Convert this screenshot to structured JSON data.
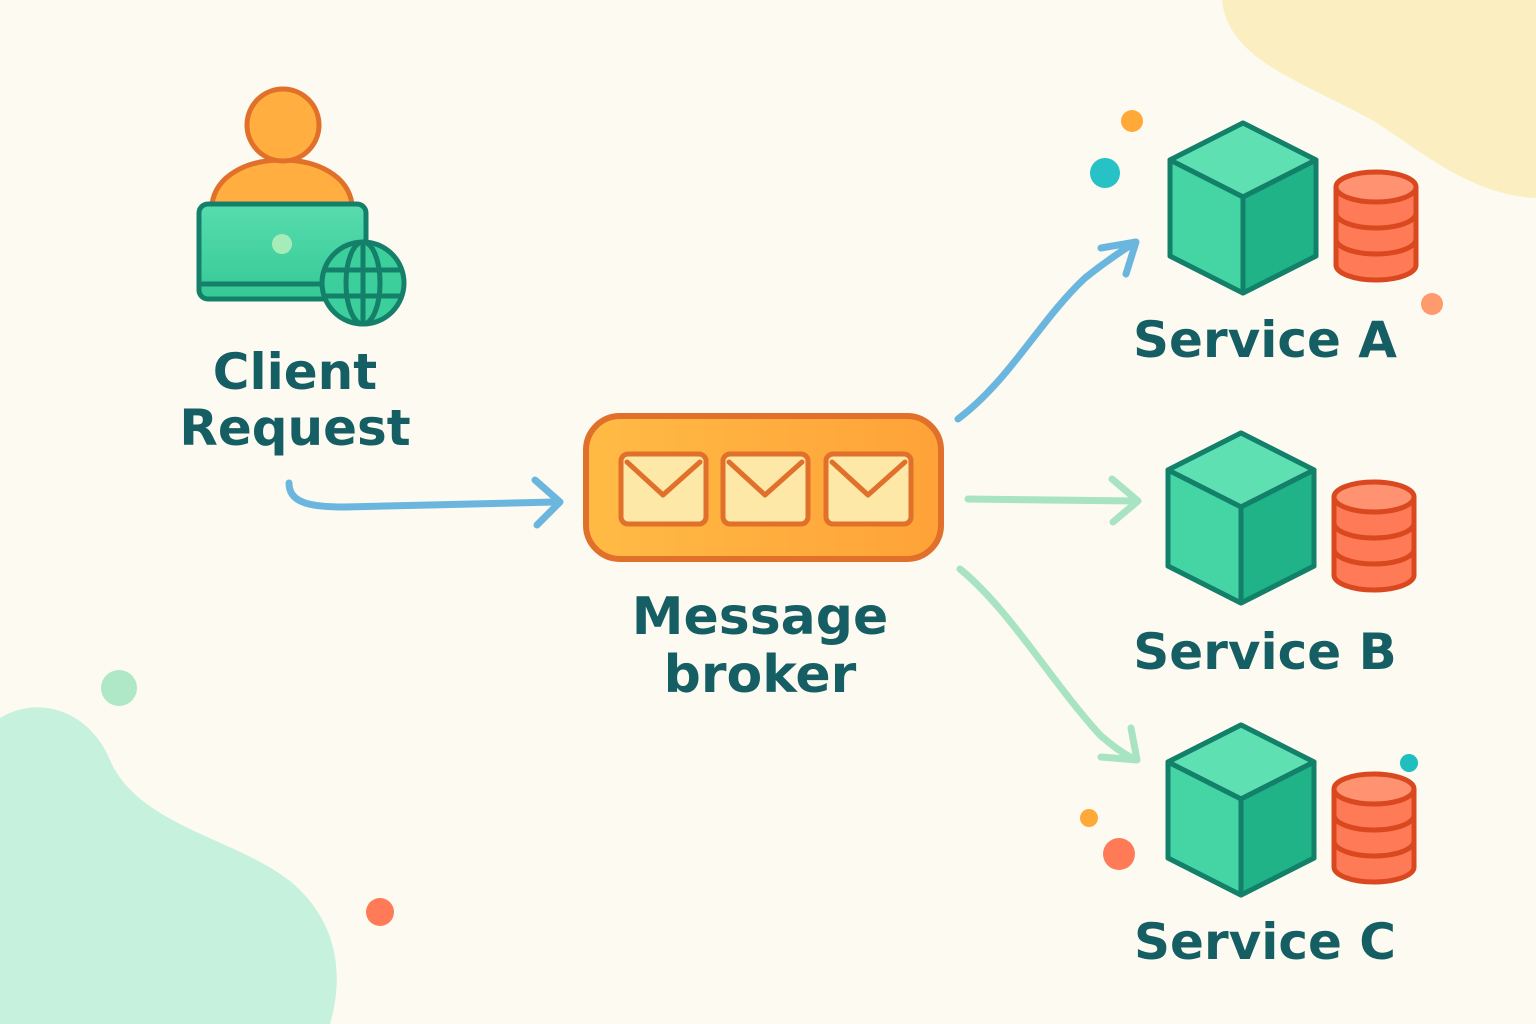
{
  "client": {
    "line1": "Client",
    "line2": "Request",
    "icon": "user-laptop-globe-icon"
  },
  "broker": {
    "line1": "Message",
    "line2": "broker",
    "message_count": 3,
    "icon": "envelope-icon"
  },
  "services": [
    {
      "label": "Service A",
      "icon": "cube-icon",
      "store_icon": "database-icon"
    },
    {
      "label": "Service B",
      "icon": "cube-icon",
      "store_icon": "database-icon"
    },
    {
      "label": "Service C",
      "icon": "cube-icon",
      "store_icon": "database-icon"
    }
  ],
  "colors": {
    "background": "#fdfaf1",
    "text": "#155e63",
    "teal": "#3fd2a0",
    "teal_dark": "#15806a",
    "orange": "#ffb347",
    "orange_dark": "#e0702a",
    "red": "#ff7a57",
    "arrow_blue": "#6bb6de",
    "arrow_green": "#a8e3c2",
    "blob_yellow": "#fbeec0",
    "blob_mint": "#c5f1dd"
  }
}
